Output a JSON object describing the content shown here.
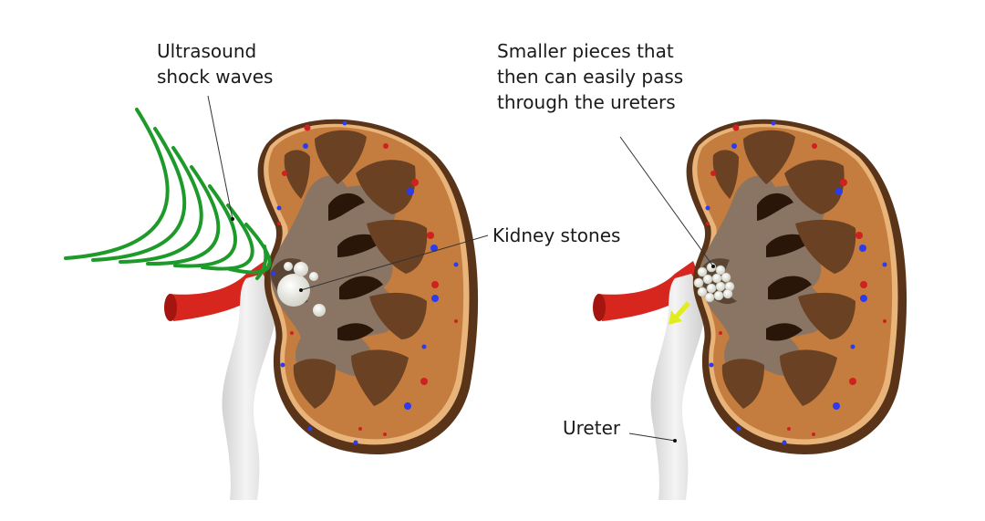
{
  "labels": {
    "shock_waves": [
      "Ultrasound",
      "shock waves"
    ],
    "smaller_pieces": [
      "Smaller pieces that",
      "then can easily pass",
      "through the ureters"
    ],
    "kidney_stones": "Kidney stones",
    "ureter": "Ureter"
  },
  "colors": {
    "wave": "#1e9a2a",
    "cortex": "#c47d3e",
    "capsule": "#5a3418",
    "pyramid": "#6b4124",
    "sinus": "#8a7565",
    "vessel": "#d7261e",
    "ureter": "#e6e6e6",
    "arrow": "#e2ec1c"
  }
}
